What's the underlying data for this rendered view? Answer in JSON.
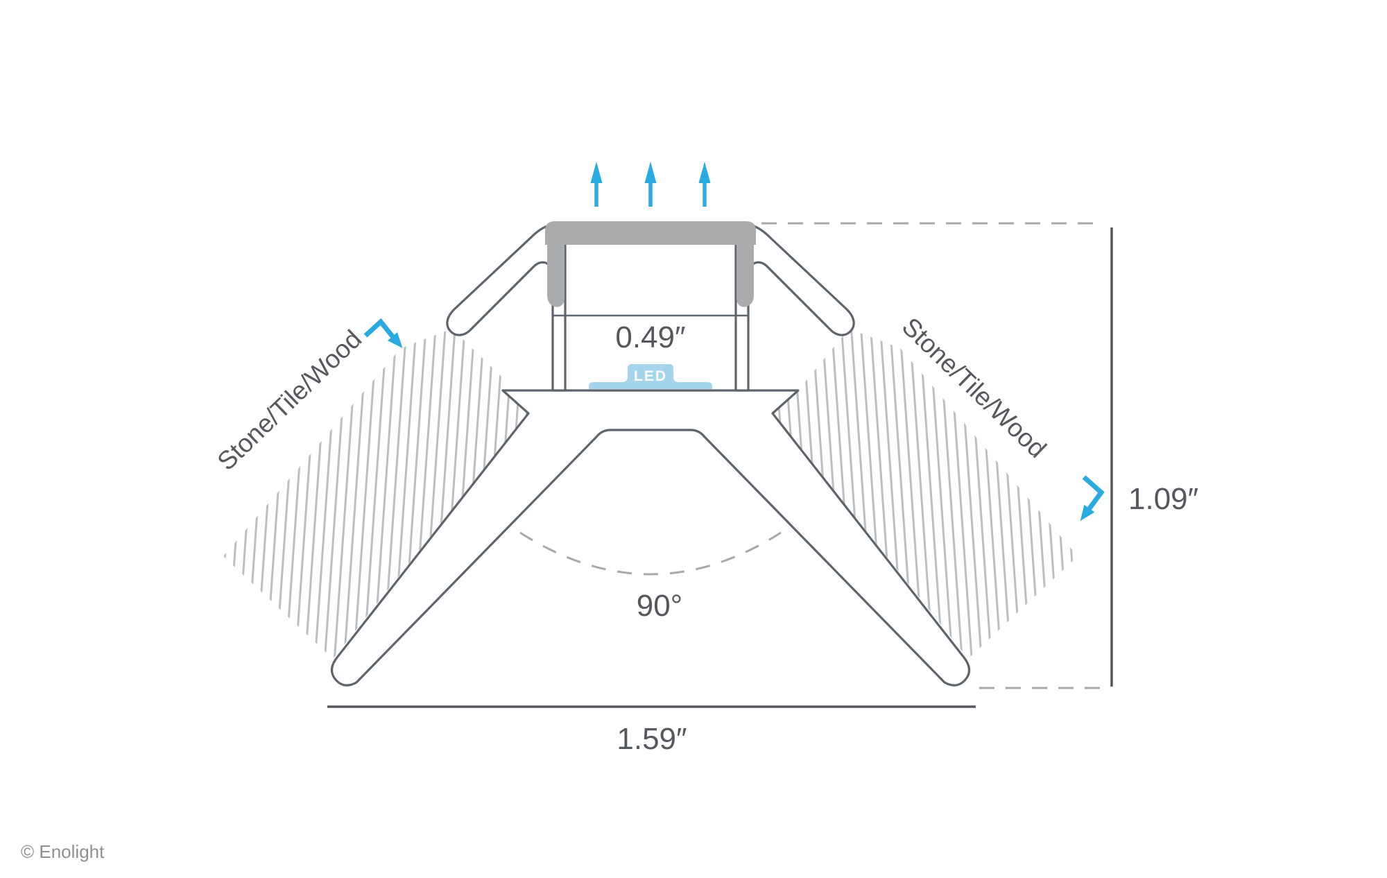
{
  "diagram": {
    "watermark": "© Enolight",
    "annotations": {
      "channel_width": "0.49″",
      "led_label": "LED",
      "corner_angle": "90°",
      "overall_width": "1.59″",
      "overall_height": "1.09″",
      "surface_left": "Stone/Tile/Wood",
      "surface_right": "Stone/Tile/Wood"
    },
    "colors": {
      "accent_blue": "#29abe2",
      "led_fill": "#a5d5ed",
      "cap_gray": "#a9abad",
      "outline": "#5d646b",
      "hatch": "#bcbec0",
      "dash": "#a6a9ab",
      "text": "#55595d"
    }
  }
}
